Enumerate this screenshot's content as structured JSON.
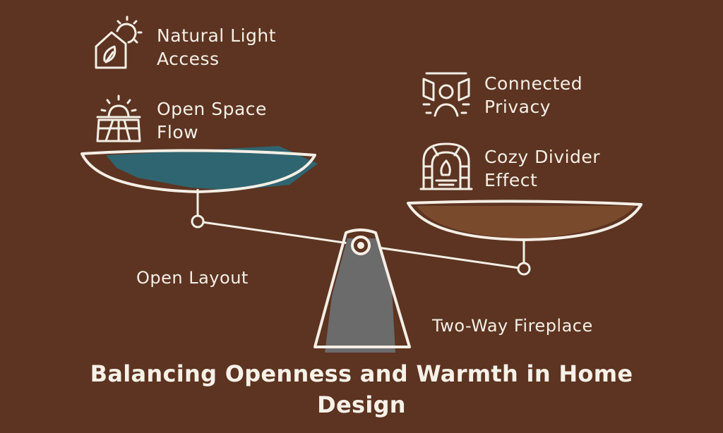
{
  "title": {
    "line1": "Balancing Openness and Warmth in Home",
    "line2": "Design"
  },
  "left": {
    "pan_label": "Open Layout",
    "items": [
      {
        "label_line1": "Natural Light",
        "label_line2": "Access",
        "icon": "sun-house-icon"
      },
      {
        "label_line1": "Open Space",
        "label_line2": "Flow",
        "icon": "sunrise-field-icon"
      }
    ]
  },
  "right": {
    "pan_label": "Two-Way Fireplace",
    "items": [
      {
        "label_line1": "Connected",
        "label_line2": "Privacy",
        "icon": "person-privacy-icon"
      },
      {
        "label_line1": "Cozy Divider",
        "label_line2": "Effect",
        "icon": "fireplace-icon"
      }
    ]
  },
  "colors": {
    "background": "#5c3421",
    "left_pan": "#2f6570",
    "right_pan": "#7a4a2c",
    "fulcrum": "#6b6b6b",
    "line": "#f5efe6"
  }
}
